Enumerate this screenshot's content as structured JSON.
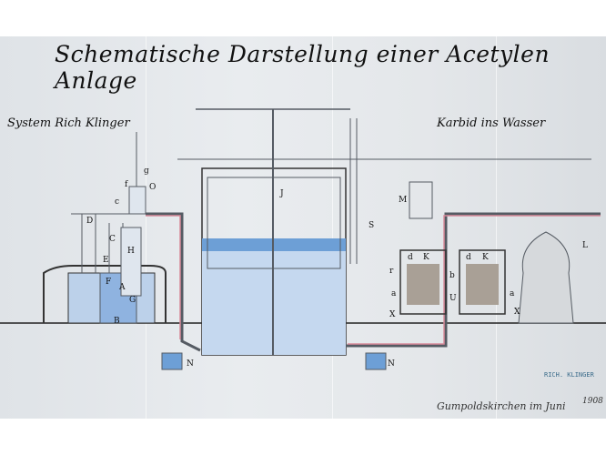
{
  "title": "Schematische Darstellung einer Acetylen Anlage",
  "subtitle_left": "System Rich Klinger",
  "subtitle_right": "Karbid ins Wasser",
  "place_date": "Gumpoldskirchen im Juni",
  "year": "1908",
  "stamp_text": "RICH. KLINGER",
  "labels": {
    "A": "A",
    "B": "B",
    "C": "C",
    "D": "D",
    "E": "E",
    "F": "F",
    "G": "G",
    "H": "H",
    "J": "J",
    "K": "K",
    "L": "L",
    "M": "M",
    "N": "N",
    "O": "O",
    "S": "S",
    "U": "U",
    "X": "X",
    "a": "a",
    "b": "b",
    "d": "d",
    "f": "f",
    "g": "g",
    "c": "c",
    "r": "r"
  },
  "colors": {
    "water": "#6d9fd6",
    "gas_pipe": "#d88a9a",
    "lines": "#555b63"
  }
}
